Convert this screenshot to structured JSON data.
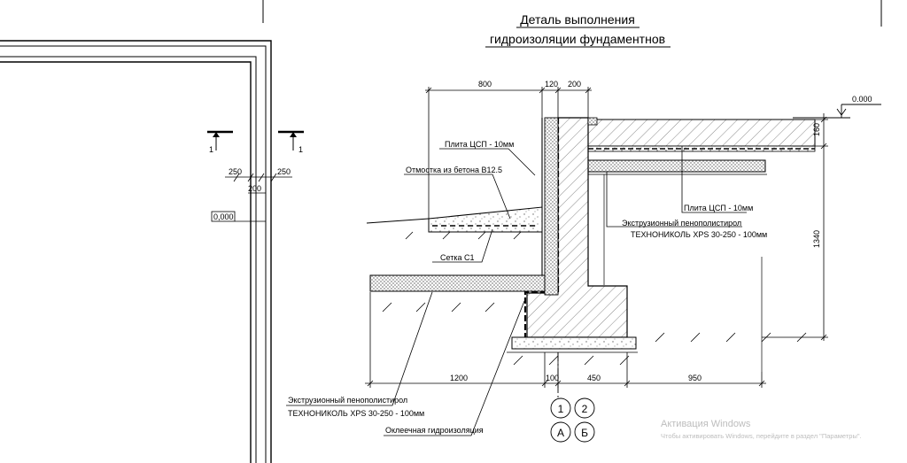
{
  "title": {
    "line1": "Деталь выполнения",
    "line2": "гидроизоляции фундаментнов"
  },
  "plan": {
    "section_mark": "1",
    "dims": [
      "250",
      "200",
      "250"
    ],
    "level": "0,000"
  },
  "detail": {
    "level_mark": "0.000",
    "dims_top": [
      "800",
      "120",
      "200"
    ],
    "dims_bottom": [
      "1200",
      "100",
      "450",
      "950"
    ],
    "dims_right": [
      "160",
      "1340"
    ],
    "labels": {
      "plita_top": "Плита ЦСП - 10мм",
      "otmostka": "Отмостка из бетона В12.5",
      "plita_right": "Плита ЦСП - 10мм",
      "xps_right_1": "Экструзионный пенополистирол",
      "xps_right_2": "ТЕХНОНИКОЛЬ XPS 30-250 - 100мм",
      "setka": "Сетка С1",
      "xps_left_1": "Экструзионный пенополистирол",
      "xps_left_2": "ТЕХНОНИКОЛЬ XPS 30-250 - 100мм",
      "okleechnaya": "Оклеечная гидроизоляция"
    },
    "axes": [
      "1",
      "2",
      "А",
      "Б"
    ]
  },
  "watermark": {
    "line1": "Активация Windows",
    "line2": "Чтобы активировать Windows, перейдите в раздел \"Параметры\"."
  }
}
